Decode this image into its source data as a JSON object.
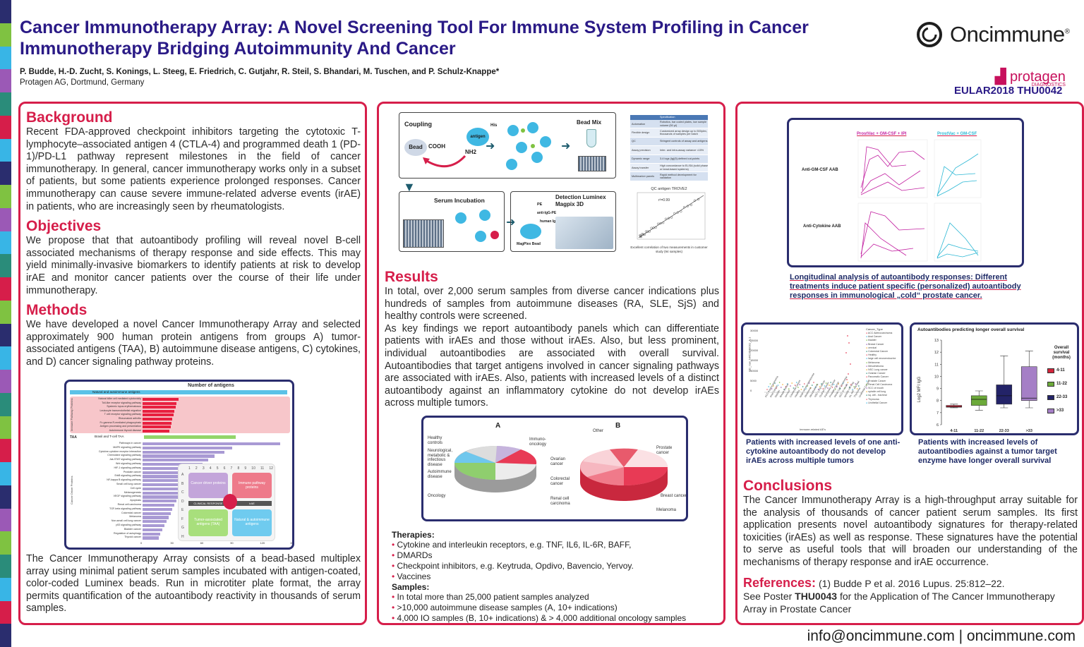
{
  "poster": {
    "title": "Cancer Immunotherapy Array: A Novel Screening Tool For Immune System Profiling in Cancer Immunotherapy Bridging Autoimmunity And Cancer",
    "authors": "P. Budde, H.-D. Zucht, S. Konings, L. Steeg, E. Friedrich, C. Gutjahr, R. Steil, S. Bhandari, M. Tuschen, and P. Schulz-Knappe*",
    "affiliation": "Protagen AG, Dortmund, Germany",
    "logo": "Oncimmune",
    "logo_mark": "®",
    "partner": "protagen",
    "partner_sub": "DIAGNOSTICS",
    "code": "EULAR2018 THU0042",
    "footer": "info@oncimmune.com  |  oncimmune.com"
  },
  "background": {
    "heading": "Background",
    "text": "Recent FDA-approved checkpoint inhibitors targeting the cytotoxic T-lymphocyte–associated antigen 4 (CTLA-4) and programmed death 1 (PD-1)/PD-L1 pathway represent milestones in the field of cancer immunotherapy. In general, cancer immunotherapy works only in a subset of patients, but some patients experience prolonged responses. Cancer immunotherapy can cause severe immune-related adverse events (irAE) in patients, who are increasingly seen by rheumatologists."
  },
  "objectives": {
    "heading": "Objectives",
    "text": "We propose that that autoantibody profiling will reveal novel B-cell associated mechanisms of therapy response and side effects. This may yield minimally-invasive biomarkers to identify patients at risk to develop irAE and monitor cancer patients over the course of their life under immunotherapy."
  },
  "methods": {
    "heading": "Methods",
    "text": "We have developed a novel Cancer Immunotherapy Array and selected approximately 900 human protein antigens from groups A) tumor-associated antigens (TAA), B) autoimmune disease antigens, C) cytokines, and D) cancer signaling pathway proteins.",
    "text2": "The Cancer Immunotherapy Array consists of a bead-based multiplex array using minimal patient serum samples incubated with antigen-coated, color-coded Luminex beads. Run in microtiter plate format, the array permits quantification of the autoantibody reactivity in thousands of serum samples."
  },
  "antigen_chart": {
    "title": "Number of antigens",
    "group1": "Natural and autoimmune antigens",
    "group2": "TAA",
    "group2b": "Brasil and T-cell TAA",
    "side1": "Immune Pathway Proteins",
    "side2": "Cancer Driver Proteins",
    "axis": [
      "0",
      "30",
      "60",
      "90",
      "120",
      "150"
    ],
    "bars1": [
      {
        "label": "Natural killer cell mediated cytotoxicity",
        "v": 36
      },
      {
        "label": "Toll-like receptor signaling pathway",
        "v": 34
      },
      {
        "label": "Systemic lupus erythematosus",
        "v": 33
      },
      {
        "label": "Leukocyte transendothelial migration",
        "v": 32
      },
      {
        "label": "T cell receptor signaling pathway",
        "v": 31
      },
      {
        "label": "Rheumatoid arthritis",
        "v": 30
      },
      {
        "label": "Fc gamma R-mediated phagocytosis",
        "v": 29
      },
      {
        "label": "Antigen processing and presentation",
        "v": 28
      },
      {
        "label": "Autoimmune thyroid disease",
        "v": 27
      }
    ],
    "bars2": [
      {
        "label": "Pathways in cancer",
        "v": 138
      },
      {
        "label": "MAPK signaling pathway",
        "v": 90
      },
      {
        "label": "Cytokine-cytokine receptor interaction",
        "v": 82
      },
      {
        "label": "Chemokine signaling pathway",
        "v": 72
      },
      {
        "label": "Jak-STAT signaling pathway",
        "v": 66
      },
      {
        "label": "Wnt signaling pathway",
        "v": 60
      },
      {
        "label": "HIF-1 signaling pathway",
        "v": 55
      },
      {
        "label": "Prostate cancer",
        "v": 52
      },
      {
        "label": "ErbB signaling pathway",
        "v": 48
      },
      {
        "label": "NF-kappa B signaling pathway",
        "v": 45
      },
      {
        "label": "Small cell lung cancer",
        "v": 42
      },
      {
        "label": "Cell cycle",
        "v": 40
      },
      {
        "label": "Melanogenesis",
        "v": 38
      },
      {
        "label": "VEGF signaling pathway",
        "v": 36
      },
      {
        "label": "Apoptosis",
        "v": 34
      },
      {
        "label": "Renal cell carcinoma",
        "v": 32
      },
      {
        "label": "TGF-beta signaling pathway",
        "v": 30
      },
      {
        "label": "Colorectal cancer",
        "v": 28
      },
      {
        "label": "Melanoma",
        "v": 26
      },
      {
        "label": "Non-small cell lung cancer",
        "v": 24
      },
      {
        "label": "p53 signaling pathway",
        "v": 22
      },
      {
        "label": "Bladder cancer",
        "v": 20
      },
      {
        "label": "Regulation of autophagy",
        "v": 18
      },
      {
        "label": "Thyroid cancer",
        "v": 16
      }
    ],
    "grid_cols": [
      "1",
      "2",
      "3",
      "4",
      "5",
      "6",
      "7",
      "8",
      "9",
      "10",
      "11",
      "12"
    ],
    "grid_rows": [
      "A",
      "B",
      "C",
      "D",
      "E",
      "F",
      "G",
      "H"
    ],
    "q1": "Cancer driver proteins",
    "q2": "Immune pathway proteins",
    "q3": "Tumor-associated antigens (TAA)",
    "q4": "Natural & autoimmune antigens",
    "mid1": "CLINICAL RESPONSE",
    "mid2": "irAE"
  },
  "workflow": {
    "coupling": "Coupling",
    "bead": "Bead",
    "cooh": "COOH",
    "antigen": "antigen",
    "his": "His",
    "nh2": "NH2",
    "beadmix": "Bead Mix",
    "serum": "Serum Incubation",
    "detection": "Detection Luminex Magpix 3D",
    "pe": "PE",
    "antigpe": "anti-IgG-PE",
    "humanigg": "human IgG",
    "magplex": "MagPlex Bead"
  },
  "spec": {
    "col1": "",
    "col2": "Specification",
    "rows": [
      [
        "Automation",
        "Robotics, bar coded plates, low sample volume (50 µl)"
      ],
      [
        "Flexible design",
        "Customized array design up to 500plex, thousands of samples per batch"
      ],
      [
        "QC",
        "Stringent controls of assay and antigens"
      ],
      [
        "Assay precision",
        "Inter- and intra-assay variance <15%"
      ],
      [
        "Dynamic range",
        "3-4 logs (Ig)(5)-defined cut-points"
      ],
      [
        "Assay transfer",
        "High concordance to ELISA (solid phase or bead-based systems)"
      ],
      [
        "Multimarker panels",
        "Rapid method development for validation"
      ]
    ]
  },
  "qc": {
    "title": "QC antigen TROVE2",
    "r2": "r²=0.99",
    "caption": "Excellent correlation of two measurements in customer study (94 samples)",
    "xlabel": "EXP 1827",
    "ylabel": "EXP 1827"
  },
  "results": {
    "heading": "Results",
    "text1": "In total, over 2,000 serum samples from diverse cancer indications plus hundreds of samples from autoimmune diseases (RA, SLE, SjS) and healthy controls were screened.",
    "text2": "As key findings we report autoantibody panels which can differentiate patients with irAEs and those without irAEs. Also, but less prominent, individual autoantibodies are associated with overall survival. Autoantibodies that target antigens involved in cancer signaling pathways are associated with irAEs. Also, patients with increased levels of a distinct autoantibody against an inflammatory cytokine do not develop irAEs across multiple tumors."
  },
  "pies": {
    "a": "A",
    "b": "B",
    "a_labels": [
      "Healthy controls",
      "Neurological, metabolic & infectious disease",
      "Autoimmune disease",
      "Oncology",
      "Immuno-oncology"
    ],
    "b_labels": [
      "Other",
      "Prostate cancer",
      "Ovarian cancer",
      "Colorectal cancer",
      "Renal cell carcinoma",
      "Breast cancer",
      "Melanoma"
    ]
  },
  "therapies": {
    "heading": "Therapies:",
    "items": [
      "Cytokine and interleukin receptors, e.g. TNF, IL6, IL-6R, BAFF,",
      "DMARDs",
      "Checkpoint inhibitors, e.g. Keytruda, Opdivo, Bavencio, Yervoy.",
      "Vaccines"
    ]
  },
  "samples": {
    "heading": "Samples:",
    "items": [
      "In total more than 25,000 patient samples analyzed",
      ">10,000 autoimmune disease samples (A, 10+ indications)",
      "4,000 IO samples (B, 10+ indications) & > 4,000 additional oncology samples"
    ]
  },
  "longitudinal": {
    "col1": "ProstVac + GM-CSF + IPI",
    "col2": "ProstVac + GM-CSF",
    "row1": "Anti-GM-CSF AAB",
    "row2": "Anti-Cytokine AAB",
    "caption": "Longitudinal analysis of autoantibody responses: Different treatments induce patient specific (personalized) autoantibody responses in immunological „cold“ prostate cancer."
  },
  "scatter": {
    "caption": "Patients with increased levels of one anti-cytokine autoantibody do not develop irAEs across multiple tumors",
    "y_ticks": [
      "30000",
      "25000",
      "20000",
      "15000",
      "10000",
      "5000",
      "0"
    ],
    "ylabel": "IgG_raw_NRC3648001_A.1",
    "xlabel": "Immune-related AE's",
    "legend_title": "Cancer_Type",
    "legend": [
      "ACC Adenocarcinoma",
      "Anal Cancer",
      "bladder",
      "Breast Cancer",
      "cervical",
      "Colorectal Cancer",
      "Healthy",
      "large cell neuroendocrine",
      "Melanoma",
      "Mesothelioma",
      "NSC Lung cancer",
      "Ovarian Cancer",
      "Pancreatic Cancer",
      "Prostate Cancer",
      "Renal Cell Carcinoma",
      "SCC of mouth",
      "spindle cell lung",
      "sq. cell - tracheal",
      "Thymoma",
      "Urothelial Cancer"
    ]
  },
  "box": {
    "title": "Autoantibodies predicting longer overall survival",
    "caption": "Patients with increased levels of autoantibodies against a tumor target enzyme have longer overall survival",
    "ylabel": "Log2 MFI IgG",
    "legend_title": "Overall survival (months)"
  },
  "chart_data": {
    "type": "box",
    "title": "Autoantibodies predicting longer overall survival",
    "xlabel": "",
    "ylabel": "Log2 MFI IgG",
    "ylim": [
      6,
      13
    ],
    "categories": [
      "4-11",
      "11-22",
      "22-33",
      ">33"
    ],
    "colors": [
      "#d4243b",
      "#6caa3a",
      "#232368",
      "#a57fc6"
    ],
    "boxes": [
      {
        "min": 7.4,
        "q1": 7.45,
        "median": 7.5,
        "q3": 7.6,
        "max": 7.7
      },
      {
        "min": 7.2,
        "q1": 7.6,
        "median": 8.1,
        "q3": 8.4,
        "max": 8.8
      },
      {
        "min": 7.4,
        "q1": 7.7,
        "median": 8.4,
        "q3": 9.3,
        "max": 11.7
      },
      {
        "min": 7.4,
        "q1": 8.0,
        "median": 8.2,
        "q3": 10.8,
        "max": 12.1
      }
    ],
    "y_ticks": [
      6,
      7,
      8,
      9,
      10,
      11,
      12,
      13
    ]
  },
  "conclusions": {
    "heading": "Conclusions",
    "text": "The Cancer Immunotherapy Array is a high-throughput array suitable for the analysis of thousands of cancer patient serum samples. Its first application presents novel autoantibody signatures for therapy-related toxicities (irAEs) as well as response. These signatures have the potential to serve as useful tools that will broaden our understanding of the mechanisms of therapy response and irAE occurrence."
  },
  "references": {
    "heading": "References:",
    "ref1": "(1) Budde P et al. 2016 Lupus. 25:812–22.",
    "see": "See Poster",
    "poster_id": "THU0043",
    "rest": "for the Application of The Cancer Immunotherapy Array in Prostate Cancer"
  },
  "colors": {
    "accent": "#d61e4a",
    "title": "#2a1a86",
    "navy": "#2a2d6e"
  }
}
